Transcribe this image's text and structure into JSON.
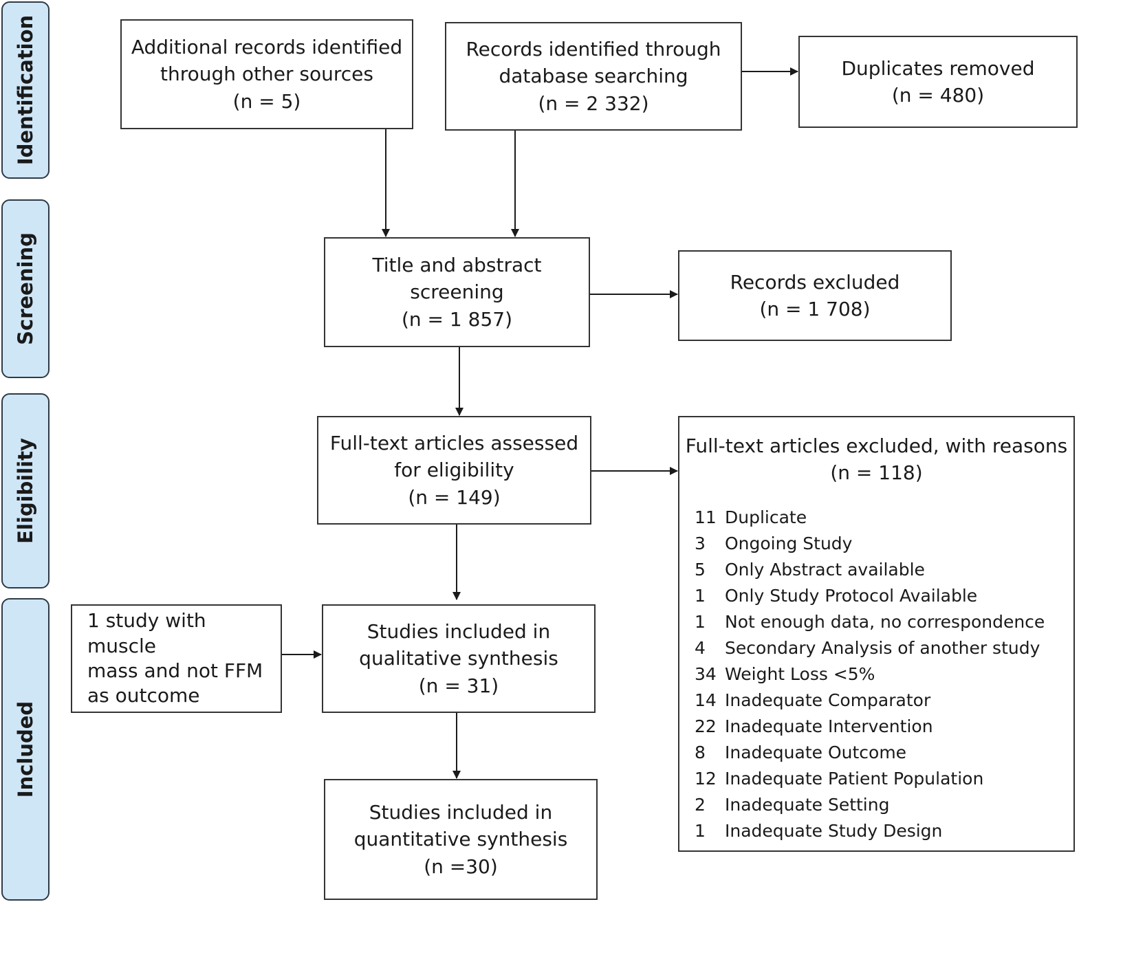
{
  "stages": {
    "identification": "Identification",
    "screening": "Screening",
    "eligibility": "Eligibility",
    "included": "Included"
  },
  "boxes": {
    "additional_records": {
      "line1": "Additional records identified",
      "line2": "through other sources",
      "count": "(n = 5)"
    },
    "database_records": {
      "line1": "Records identified through",
      "line2": "database searching",
      "count": "(n = 2 332)"
    },
    "duplicates_removed": {
      "line1": "Duplicates removed",
      "count": "(n = 480)"
    },
    "title_abstract_screening": {
      "line1": "Title and abstract",
      "line2": "screening",
      "count": "(n = 1 857)"
    },
    "records_excluded": {
      "line1": "Records excluded",
      "count": "(n = 1 708)"
    },
    "fulltext_assessed": {
      "line1": "Full-text articles assessed",
      "line2": "for eligibility",
      "count": "(n = 149)"
    },
    "fulltext_excluded": {
      "line1": "Full-text articles excluded, with reasons",
      "count": "(n = 118)",
      "reasons": [
        {
          "count": "11",
          "reason": "Duplicate"
        },
        {
          "count": "3",
          "reason": "Ongoing Study"
        },
        {
          "count": "5",
          "reason": "Only Abstract available"
        },
        {
          "count": "1",
          "reason": "Only Study Protocol Available"
        },
        {
          "count": "1",
          "reason": "Not enough data, no correspondence"
        },
        {
          "count": "4",
          "reason": "Secondary Analysis of another study"
        },
        {
          "count": "34",
          "reason": "Weight Loss <5%"
        },
        {
          "count": "14",
          "reason": "Inadequate Comparator"
        },
        {
          "count": "22",
          "reason": "Inadequate Intervention"
        },
        {
          "count": "8",
          "reason": "Inadequate Outcome"
        },
        {
          "count": "12",
          "reason": "Inadequate Patient Population"
        },
        {
          "count": "2",
          "reason": "Inadequate Setting"
        },
        {
          "count": "1",
          "reason": "Inadequate Study Design"
        }
      ]
    },
    "muscle_mass_study": {
      "line1": "1 study with muscle",
      "line2": "mass and not FFM",
      "line3": "as outcome"
    },
    "qualitative_synthesis": {
      "line1": "Studies included in",
      "line2": "qualitative synthesis",
      "count": "(n = 31)"
    },
    "quantitative_synthesis": {
      "line1": "Studies included in",
      "line2": "quantitative synthesis",
      "count": "(n =30)"
    }
  },
  "colors": {
    "stage_fill": "#cfe6f7",
    "stage_border": "#2e3a46",
    "box_border": "#333333",
    "arrow": "#1a1a1a"
  }
}
